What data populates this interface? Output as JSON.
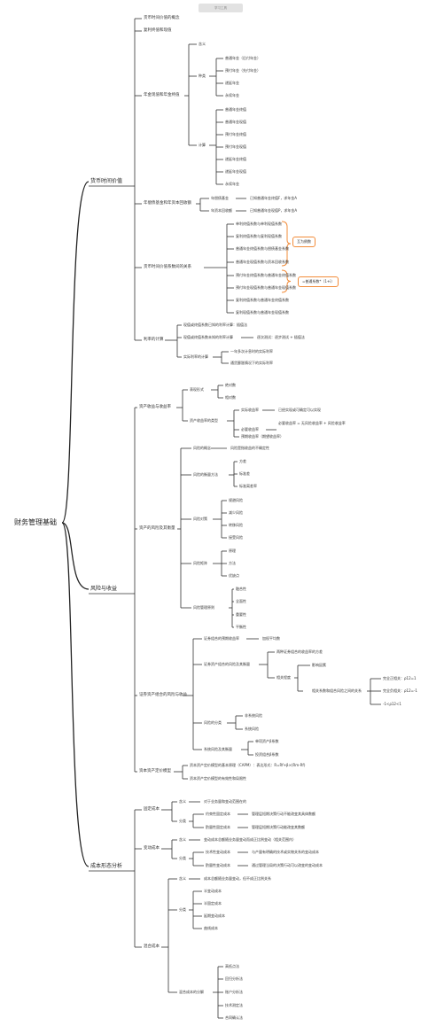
{
  "watermark": "学习工具",
  "root": "财务管理基础",
  "branches": {
    "money": "货币时间价值",
    "risk": "风险与收益",
    "cost": "成本形态分析"
  },
  "money": {
    "concept": "货币时间价值的概念",
    "compound": "复利终值和现值",
    "annuity": "年金现值和年金终值",
    "annuity_items": {
      "meaning": "含义",
      "types": "种类",
      "type_list": [
        "普通年金（后付年金）",
        "预付年金（先付年金）",
        "递延年金",
        "永续年金"
      ],
      "calc": "计算",
      "calc_list": [
        "普通年金终值",
        "普通年金现值",
        "预付年金终值",
        "预付年金现值",
        "递延年金终值",
        "递延年金现值",
        "永续年金"
      ]
    },
    "fund": "年偿债基金和年资本回收额",
    "fund_items": [
      {
        "label": "年偿债基金",
        "note": "已知普通年金终值F，求年金A"
      },
      {
        "label": "年资本回收额",
        "note": "已知普通年金现值P，求年金A"
      }
    ],
    "relation": "货币时间价值系数间的关系",
    "relation_list": [
      "单利终值系数与单利现值系数",
      "复利终值系数与复利现值系数",
      "普通年金终值系数与偿债基金系数",
      "普通年金现值系数与资本回收系数",
      "预付年金终值系数与普通年金终值系数",
      "预付年金现值系数与普通年金现值系数",
      "复利终值系数与普通年金终值系数",
      "复利现值系数与普通年金现值系数"
    ],
    "reciprocal": "互为倒数",
    "times_note": "=普通系数*（1+i）",
    "rate": "利率的计算",
    "rate_items": {
      "r1": "现值或终值系数已知的利率计算：插值法",
      "r2": "现值或终值系数未知的利率计算",
      "r2_note": "逐次测试：逐步测试 + 插值法",
      "r3": "实际利率的计算",
      "r3_list": [
        "一年多次计息时的实际利率",
        "通货膨胀情况下的实际利率"
      ]
    }
  },
  "risk": {
    "asset": "资产收益与收益率",
    "express": "表现形式",
    "express_list": [
      "绝对数",
      "相对数"
    ],
    "ytypes": "资产收益率的类型",
    "actual": "实际收益率",
    "actual_note": "已经实现或可确定可以实现",
    "required": "必要收益率",
    "required_note": "必要收益率 = 无风险收益率 + 风险收益率",
    "expected": "预期收益率（期望收益率）",
    "risk": "资产的风险及其衡量",
    "concept": "风险的概念",
    "concept_note": "风险是指收益的不确定性",
    "measure": "风险的衡量方法",
    "measure_list": [
      "方差",
      "标准差",
      "标准离差率"
    ],
    "counter": "风险对策",
    "counter_list": [
      "规避风险",
      "减少风险",
      "转移风险",
      "接受风险"
    ],
    "matrix": "风险矩阵",
    "matrix_list": [
      "原理",
      "方法",
      "优缺点"
    ],
    "principle": "风险管理原则",
    "principle_list": [
      "融合性",
      "全面性",
      "重要性",
      "平衡性"
    ],
    "portfolio": "证券资产组合的风险与收益",
    "p_return": "证券组合的预期收益率",
    "p_return_note": "加权平均数",
    "p_risk": "证券资产组合的风险及其衡量",
    "p_risk_top": "两种证券组合的收益率的方差",
    "corr": "相关程度",
    "corr_influence": "影响因素",
    "corr_rel": "相关系数和组合风险之间的关系",
    "corr_list": [
      "完全正相关：ρ12=1",
      "完全负相关：ρ12=-1",
      "-1<ρ12<1"
    ],
    "classes": "风险的分类",
    "classes_list": [
      "非系统风险",
      "系统风险"
    ],
    "sys": "系统风险及其衡量",
    "sys_list": [
      "单项资产β系数",
      "投资组合β系数"
    ],
    "capm": "资本资产定价模型",
    "capm1": "资本资产定价模型的基本原理（CAPM）：表达形式：R=Rf+β×(Rm-Rf)",
    "capm2": "资本资产定价模型的有效性和局限性"
  },
  "cost": {
    "fixed": "固定成本",
    "fixed_meaning": "含义",
    "fixed_meaning_note": "对于业务量和变动范围在的",
    "fixed_class": "分类",
    "fixed_c1": "约束性固定成本",
    "fixed_c1_note": "管理层短期决策行动不能改变其具体数额",
    "fixed_c2": "酌量性固定成本",
    "fixed_c2_note": "管理层短期决策行动能改变其数额",
    "var": "变动成本",
    "var_meaning": "含义",
    "var_meaning_note": "变动成本总额随业务量变动而成正比例变动（相关范围内）",
    "var_class": "分类",
    "var_c1": "技术性变动成本",
    "var_c1_note": "与产量有明确的技术或实物关系的变动成本",
    "var_c2": "酌量性变动成本",
    "var_c2_note": "通过管理当局的决策行动可以改变的变动成本",
    "mixed": "混合成本",
    "mixed_meaning": "含义",
    "mixed_meaning_note": "成本总额随业务量变动，但不成正比例关系",
    "mixed_class": "分类",
    "mixed_list": [
      "半变动成本",
      "半固定成本",
      "延期变动成本",
      "曲线成本"
    ],
    "decompose": "混合成本的分解",
    "decompose_list": [
      "高低点法",
      "回归分析法",
      "账户分析法",
      "技术测定法",
      "合同确认法"
    ]
  }
}
